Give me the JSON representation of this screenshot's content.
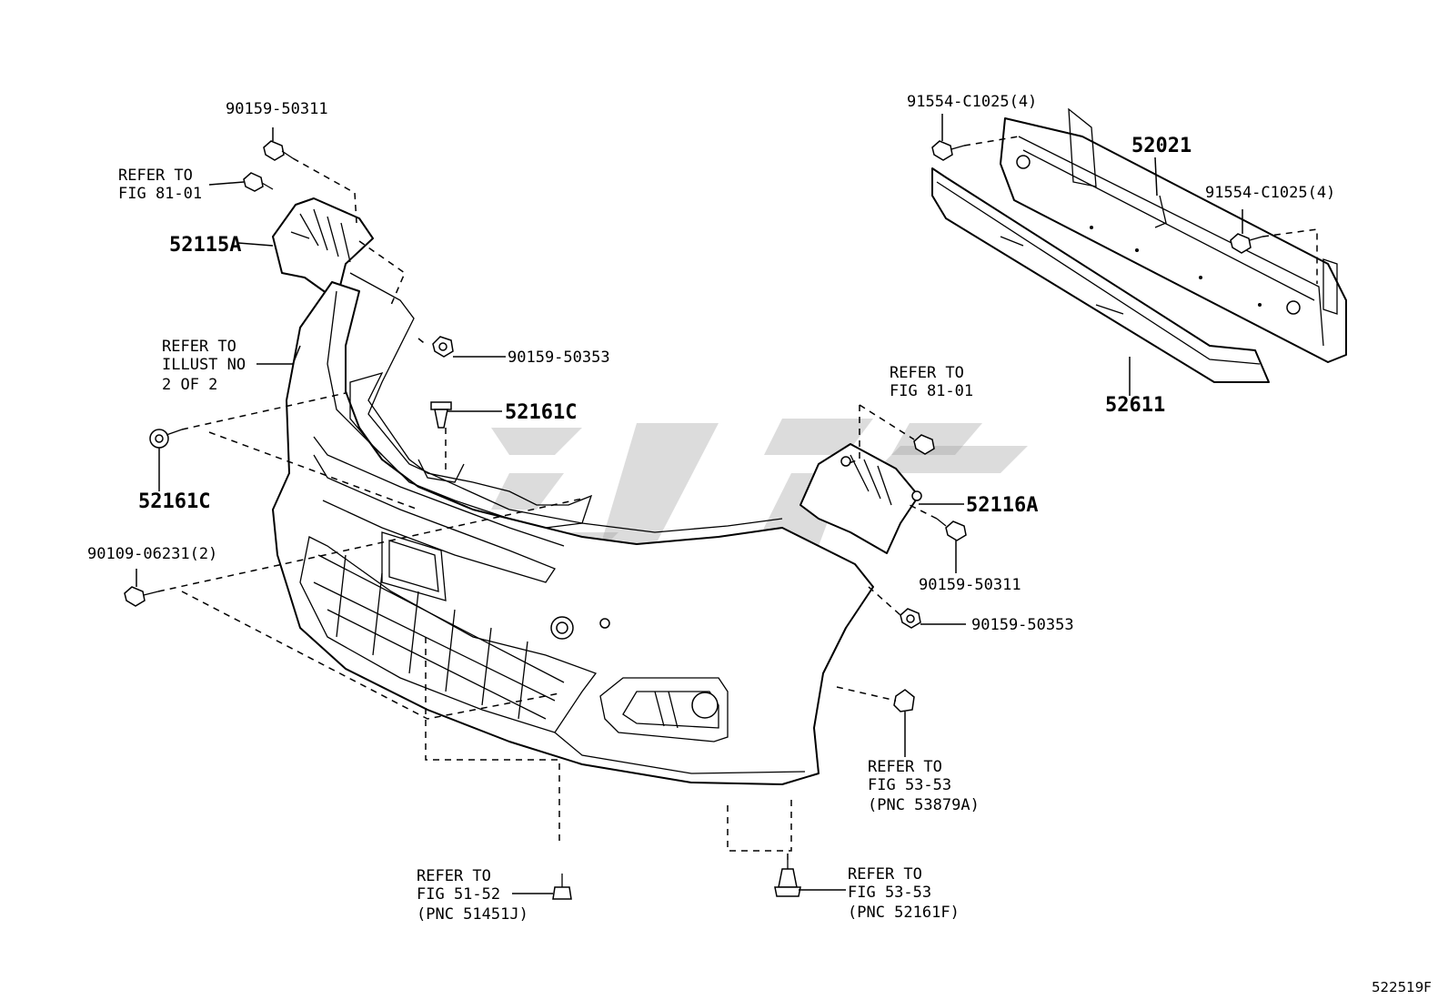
{
  "labels": {
    "p90159_50311_top": "90159-50311",
    "refer_fig8101_left_1": "REFER TO",
    "refer_fig8101_left_2": "FIG 81-01",
    "p52115A": "52115A",
    "refer_illust_1": "REFER TO",
    "refer_illust_2": "ILLUST NO",
    "refer_illust_3": "2 OF 2",
    "p90159_50353_top": "90159-50353",
    "p52161C_center": "52161C",
    "p52161C_left": "52161C",
    "p90109_06231": "90109-06231(2)",
    "p91554_top": "91554-C1025(4)",
    "p52021": "52021",
    "p91554_right": "91554-C1025(4)",
    "p52611": "52611",
    "refer_fig8101_right_1": "REFER TO",
    "refer_fig8101_right_2": "FIG 81-01",
    "p52116A": "52116A",
    "p90159_50311_right": "90159-50311",
    "p90159_50353_right": "90159-50353",
    "refer_fig5353a_1": "REFER TO",
    "refer_fig5353a_2": "FIG 53-53",
    "refer_fig5353a_3": "(PNC 53879A)",
    "refer_fig5152_1": "REFER TO",
    "refer_fig5152_2": "FIG 51-52",
    "refer_fig5152_3": "(PNC 51451J)",
    "refer_fig5353f_1": "REFER TO",
    "refer_fig5353f_2": "FIG 53-53",
    "refer_fig5353f_3": "(PNC 52161F)",
    "figure_id": "522519F"
  }
}
